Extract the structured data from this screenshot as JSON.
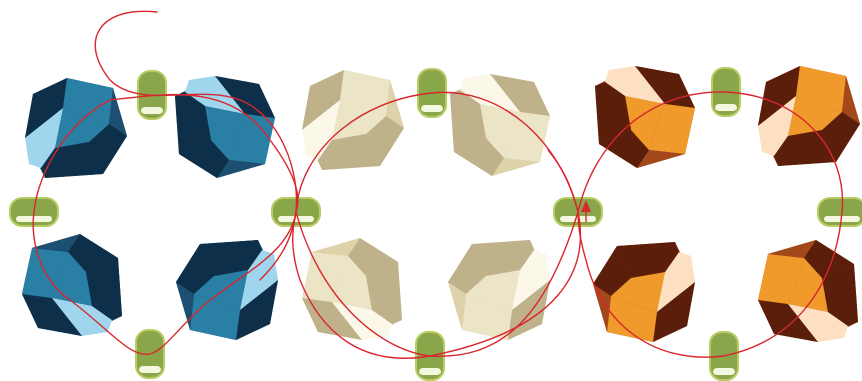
{
  "diagram": {
    "kind": "beading-stitch-pattern",
    "background": "#ffffff",
    "thread_color": "#d9262e",
    "units": [
      {
        "name": "blue",
        "colors": {
          "dark": "#0d2f4a",
          "base": "#1c4f72",
          "mid": "#2a7fa5",
          "light": "#9fd6ee"
        }
      },
      {
        "name": "cream",
        "colors": {
          "dark": "#bfb28a",
          "base": "#ddd2aa",
          "mid": "#ece4c6",
          "light": "#fbf8ea"
        }
      },
      {
        "name": "copper",
        "colors": {
          "dark": "#5a1e0a",
          "base": "#a3481b",
          "mid": "#ef9a2a",
          "light": "#fde0c2"
        }
      }
    ],
    "seed_bead": {
      "fill": "#8aa64a",
      "outline": "#b8cc62",
      "highlight": "#f4f8de"
    }
  }
}
